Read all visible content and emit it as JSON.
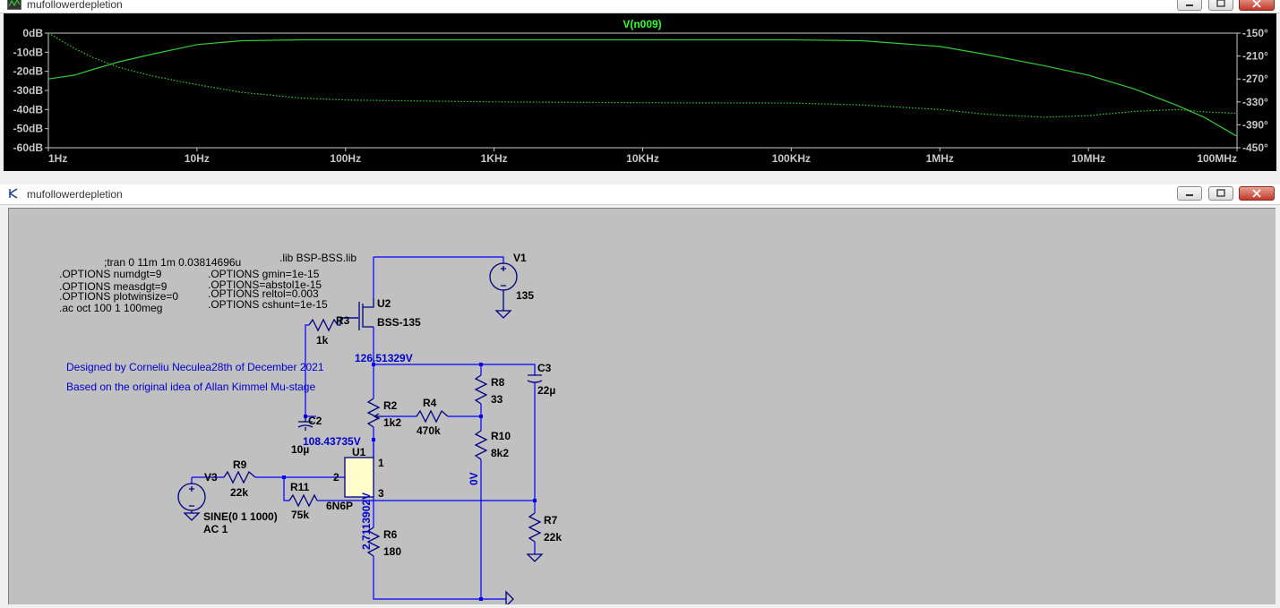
{
  "plot_window": {
    "title": "mufollowerdepletion",
    "trace_label": "V(n009)",
    "colors": {
      "background": "#000000",
      "axis": "#c8c8c8",
      "trace": "#33cc33",
      "label": "#33ff33"
    }
  },
  "chart_data": {
    "type": "line",
    "title": "V(n009)",
    "xlabel": "",
    "ylabel": "",
    "xscale": "log",
    "xlim": [
      1,
      100000000
    ],
    "ylim": [
      -60,
      0
    ],
    "y2lim": [
      -450,
      -150
    ],
    "x_ticks": [
      "1Hz",
      "10Hz",
      "100Hz",
      "1KHz",
      "10KHz",
      "100KHz",
      "1MHz",
      "10MHz",
      "100MHz"
    ],
    "y_ticks": [
      "0dB",
      "-10dB",
      "-20dB",
      "-30dB",
      "-40dB",
      "-50dB",
      "-60dB"
    ],
    "y2_ticks": [
      "-150°",
      "-210°",
      "-270°",
      "-330°",
      "-390°",
      "-450°"
    ],
    "grid": false,
    "series": [
      {
        "name": "V(n009)",
        "style": "solid",
        "axis": "left",
        "x": [
          1,
          1.5,
          2,
          3,
          5,
          10,
          20,
          50,
          100,
          1000,
          10000,
          100000,
          300000,
          1000000,
          2000000,
          5000000,
          10000000,
          20000000,
          40000000,
          60000000,
          100000000
        ],
        "y": [
          -24,
          -22,
          -19,
          -15,
          -11,
          -6,
          -4,
          -3.5,
          -3.5,
          -3.5,
          -3.5,
          -3.5,
          -4,
          -7,
          -11,
          -17,
          -22,
          -29,
          -38,
          -44,
          -54
        ]
      },
      {
        "name": "",
        "style": "dotted",
        "axis": "right",
        "x": [
          1,
          1.5,
          2,
          3,
          5,
          10,
          20,
          50,
          100,
          1000,
          10000,
          100000,
          300000,
          1000000,
          2000000,
          5000000,
          10000000,
          20000000,
          40000000,
          60000000,
          100000000
        ],
        "y": [
          -150,
          -190,
          -214,
          -240,
          -262,
          -285,
          -305,
          -320,
          -325,
          -330,
          -332,
          -333,
          -338,
          -350,
          -362,
          -370,
          -366,
          -355,
          -350,
          -356,
          -360
        ]
      }
    ]
  },
  "schematic_window": {
    "title": "mufollowerdepletion",
    "directives": {
      "tran": ";tran 0 11m 1m 0.03814696u",
      "lib": ".lib BSP-BSS.lib",
      "left": [
        ".OPTIONS numdgt=9",
        ".OPTIONS measdgt=9",
        ".OPTIONS plotwinsize=0",
        " .ac oct 100 1 100meg"
      ],
      "right": [
        ".OPTIONS gmin=1e-15",
        ".OPTIONS=abstol1e-15",
        ".OPTIONS reltol=0.003",
        ".OPTIONS cshunt=1e-15"
      ]
    },
    "credits": [
      "Designed by Corneliu Neculea28th of December 2021",
      "Based on the original idea of Allan Kimmel Mu-stage"
    ],
    "labels": {
      "v1": "V1",
      "v1_val": "135",
      "u2": "U2",
      "u2_model": "BSS-135",
      "r3": "R3",
      "r3_val": "1k",
      "node_v1": "126.51329V",
      "c3": "C3",
      "c3_val": "22µ",
      "r8": "R8",
      "r8_val": "33",
      "r2": "R2",
      "r2_val": "1k2",
      "r4": "R4",
      "r4_val": "470k",
      "c2": "C2",
      "c2_val": "10µ",
      "node_v2": "108.43735V",
      "r10": "R10",
      "r10_val": "8k2",
      "u1": "U1",
      "u1_model": "6N6P",
      "pin1": "1",
      "pin2": "2",
      "pin3": "3",
      "v3": "V3",
      "v3_func": "SINE(0 1 1000)",
      "v3_ac": "AC 1",
      "r9": "R9",
      "r9_val": "22k",
      "r11": "R11",
      "r11_val": "75k",
      "node_0v": "0V",
      "node_v3": "2.7113902V",
      "r7": "R7",
      "r7_val": "22k",
      "r6": "R6",
      "r6_val": "180"
    },
    "colors": {
      "background": "#c0c0c0",
      "wire": "#0000ff",
      "component": "#000080",
      "text": "#000000",
      "annotation": "#0000cc",
      "tube_fill": "#ffffcc"
    }
  }
}
